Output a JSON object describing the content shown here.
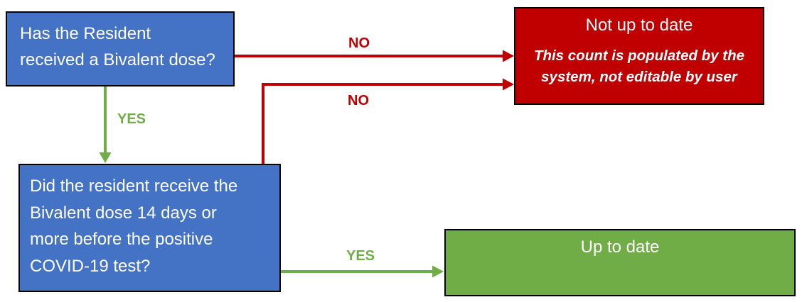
{
  "colors": {
    "node_blue": "#4472C4",
    "node_red": "#C00000",
    "node_green": "#70AD47",
    "arrow_red": "#C00000",
    "arrow_green": "#70AD47",
    "text_white": "#FFFFFF",
    "border_black": "#000000"
  },
  "nodes": {
    "question1": {
      "lines": [
        "Has the Resident",
        "received a Bivalent dose?"
      ]
    },
    "question2": {
      "lines": [
        "Did the resident receive the",
        "Bivalent dose 14 days or",
        "more before the positive",
        "COVID-19 test?"
      ]
    },
    "not_up_to_date": {
      "title": "Not up to date",
      "note_lines": [
        "This count is populated by the",
        "system, not editable by user"
      ]
    },
    "up_to_date": {
      "title": "Up to date"
    }
  },
  "edges": [
    {
      "id": "q1-no",
      "label": "NO",
      "from": "question1",
      "to": "not_up_to_date"
    },
    {
      "id": "q1-yes",
      "label": "YES",
      "from": "question1",
      "to": "question2"
    },
    {
      "id": "q2-no",
      "label": "NO",
      "from": "question2",
      "to": "not_up_to_date"
    },
    {
      "id": "q2-yes",
      "label": "YES",
      "from": "question2",
      "to": "up_to_date"
    }
  ]
}
